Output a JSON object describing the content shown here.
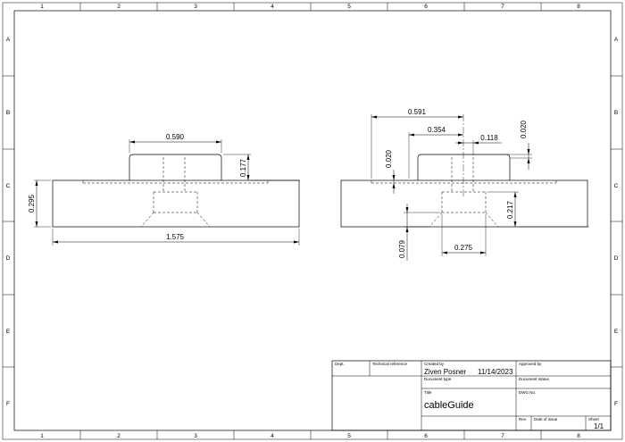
{
  "drawing": {
    "column_labels": [
      "1",
      "2",
      "3",
      "4",
      "5",
      "6",
      "7",
      "8"
    ],
    "row_labels": [
      "A",
      "B",
      "C",
      "D",
      "E",
      "F"
    ],
    "dimensions": {
      "left_width": "0.590",
      "left_boss_height": "0.177",
      "left_base_height": "0.295",
      "left_total_width": "1.575",
      "right_591": "0.591",
      "right_354": "0.354",
      "right_118": "0.118",
      "right_020_top": "0.020",
      "right_020_left": "0.020",
      "right_217": "0.217",
      "right_079": "0.079",
      "right_275": "0.275"
    }
  },
  "title_block": {
    "dept_label": "Dept.",
    "tech_ref_label": "Technical reference",
    "created_by_label": "Created by",
    "created_by": "Ziven Posner",
    "created_date": "11/14/2023",
    "approved_by_label": "Approved by",
    "doc_type_label": "Document type",
    "doc_status_label": "Document status",
    "title_label": "Title",
    "title": "cableGuide",
    "dwg_no_label": "DWG No.",
    "rev_label": "Rev.",
    "date_of_issue_label": "Date of issue",
    "sheet_label": "Sheet",
    "sheet": "1/1"
  }
}
